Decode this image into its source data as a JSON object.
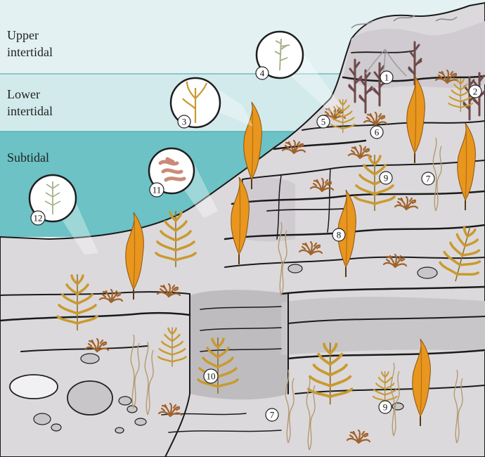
{
  "zones": {
    "upper": "Upper\nintertidal",
    "lower": "Lower\nintertidal",
    "subtidal": "Subtidal"
  },
  "colors": {
    "upper_band": "#e3f1f2",
    "lower_band": "#d2eaec",
    "subtidal_band": "#6cc2c4",
    "rock": "#dcd9dc",
    "rock_dark": "#bfbcc0",
    "kelp": "#e8961e",
    "fern": "#c99a2e",
    "brown_tuft": "#a0622a"
  },
  "markers": [
    {
      "id": "marker-1",
      "label": "1"
    },
    {
      "id": "marker-2",
      "label": "2"
    },
    {
      "id": "marker-3",
      "label": "3"
    },
    {
      "id": "marker-4",
      "label": "4"
    },
    {
      "id": "marker-5",
      "label": "5"
    },
    {
      "id": "marker-6",
      "label": "6"
    },
    {
      "id": "marker-7a",
      "label": "7"
    },
    {
      "id": "marker-7b",
      "label": "7"
    },
    {
      "id": "marker-8",
      "label": "8"
    },
    {
      "id": "marker-9a",
      "label": "9"
    },
    {
      "id": "marker-9b",
      "label": "9"
    },
    {
      "id": "marker-10",
      "label": "10"
    },
    {
      "id": "marker-11",
      "label": "11"
    },
    {
      "id": "marker-12",
      "label": "12"
    }
  ]
}
